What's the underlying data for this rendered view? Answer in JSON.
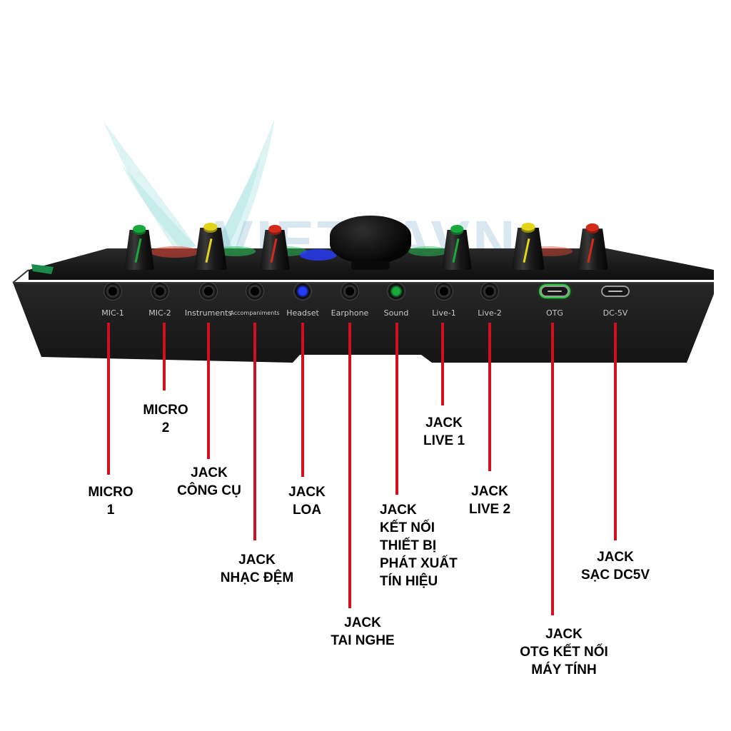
{
  "watermark": {
    "text": "VIETTAVN"
  },
  "panel": {
    "jacks": [
      {
        "id": "mic-1",
        "label": "MIC-1",
        "kind": "jack"
      },
      {
        "id": "mic-2",
        "label": "MIC-2",
        "kind": "jack"
      },
      {
        "id": "instruments",
        "label": "Instruments",
        "kind": "jack"
      },
      {
        "id": "accompaniments",
        "label": "Accompaniments",
        "kind": "jack"
      },
      {
        "id": "headset",
        "label": "Headset",
        "kind": "jack",
        "led": "#1f3cff"
      },
      {
        "id": "earphone",
        "label": "Earphone",
        "kind": "jack"
      },
      {
        "id": "sound",
        "label": "Sound",
        "kind": "jack",
        "led": "#19a83a"
      },
      {
        "id": "live-1",
        "label": "Live-1",
        "kind": "jack"
      },
      {
        "id": "live-2",
        "label": "Live-2",
        "kind": "jack"
      },
      {
        "id": "otg",
        "label": "OTG",
        "kind": "usb-c",
        "led": "#2ecc40"
      },
      {
        "id": "dc-5v",
        "label": "DC-5V",
        "kind": "usb-c"
      }
    ],
    "knob_colors": [
      "#19a83a",
      "#e3d51a",
      "#d42a1a",
      "#19a83a",
      "#e3d51a",
      "#d42a1a"
    ]
  },
  "callouts": [
    {
      "id": "mic-1",
      "lines": [
        "MICRO",
        "1"
      ]
    },
    {
      "id": "mic-2",
      "lines": [
        "MICRO",
        "2"
      ]
    },
    {
      "id": "instruments",
      "lines": [
        "JACK",
        "CÔNG CỤ"
      ]
    },
    {
      "id": "accompaniments",
      "lines": [
        "JACK",
        "NHẠC ĐỆM"
      ]
    },
    {
      "id": "headset",
      "lines": [
        "JACK",
        "LOA"
      ]
    },
    {
      "id": "earphone",
      "lines": [
        "JACK",
        "TAI NGHE"
      ]
    },
    {
      "id": "sound",
      "lines": [
        "JACK",
        "KẾT NỐI",
        "THIẾT BỊ",
        "PHÁT XUẤT",
        "TÍN HIỆU"
      ]
    },
    {
      "id": "live-1",
      "lines": [
        "JACK",
        "LIVE 1"
      ]
    },
    {
      "id": "live-2",
      "lines": [
        "JACK",
        "LIVE 2"
      ]
    },
    {
      "id": "otg",
      "lines": [
        "JACK",
        "OTG KẾT NỐI",
        "MÁY TÍNH"
      ]
    },
    {
      "id": "dc-5v",
      "lines": [
        "JACK",
        "SẠC DC5V"
      ]
    }
  ],
  "colors": {
    "leader": "#d01020",
    "device": "#1c1c1c"
  }
}
